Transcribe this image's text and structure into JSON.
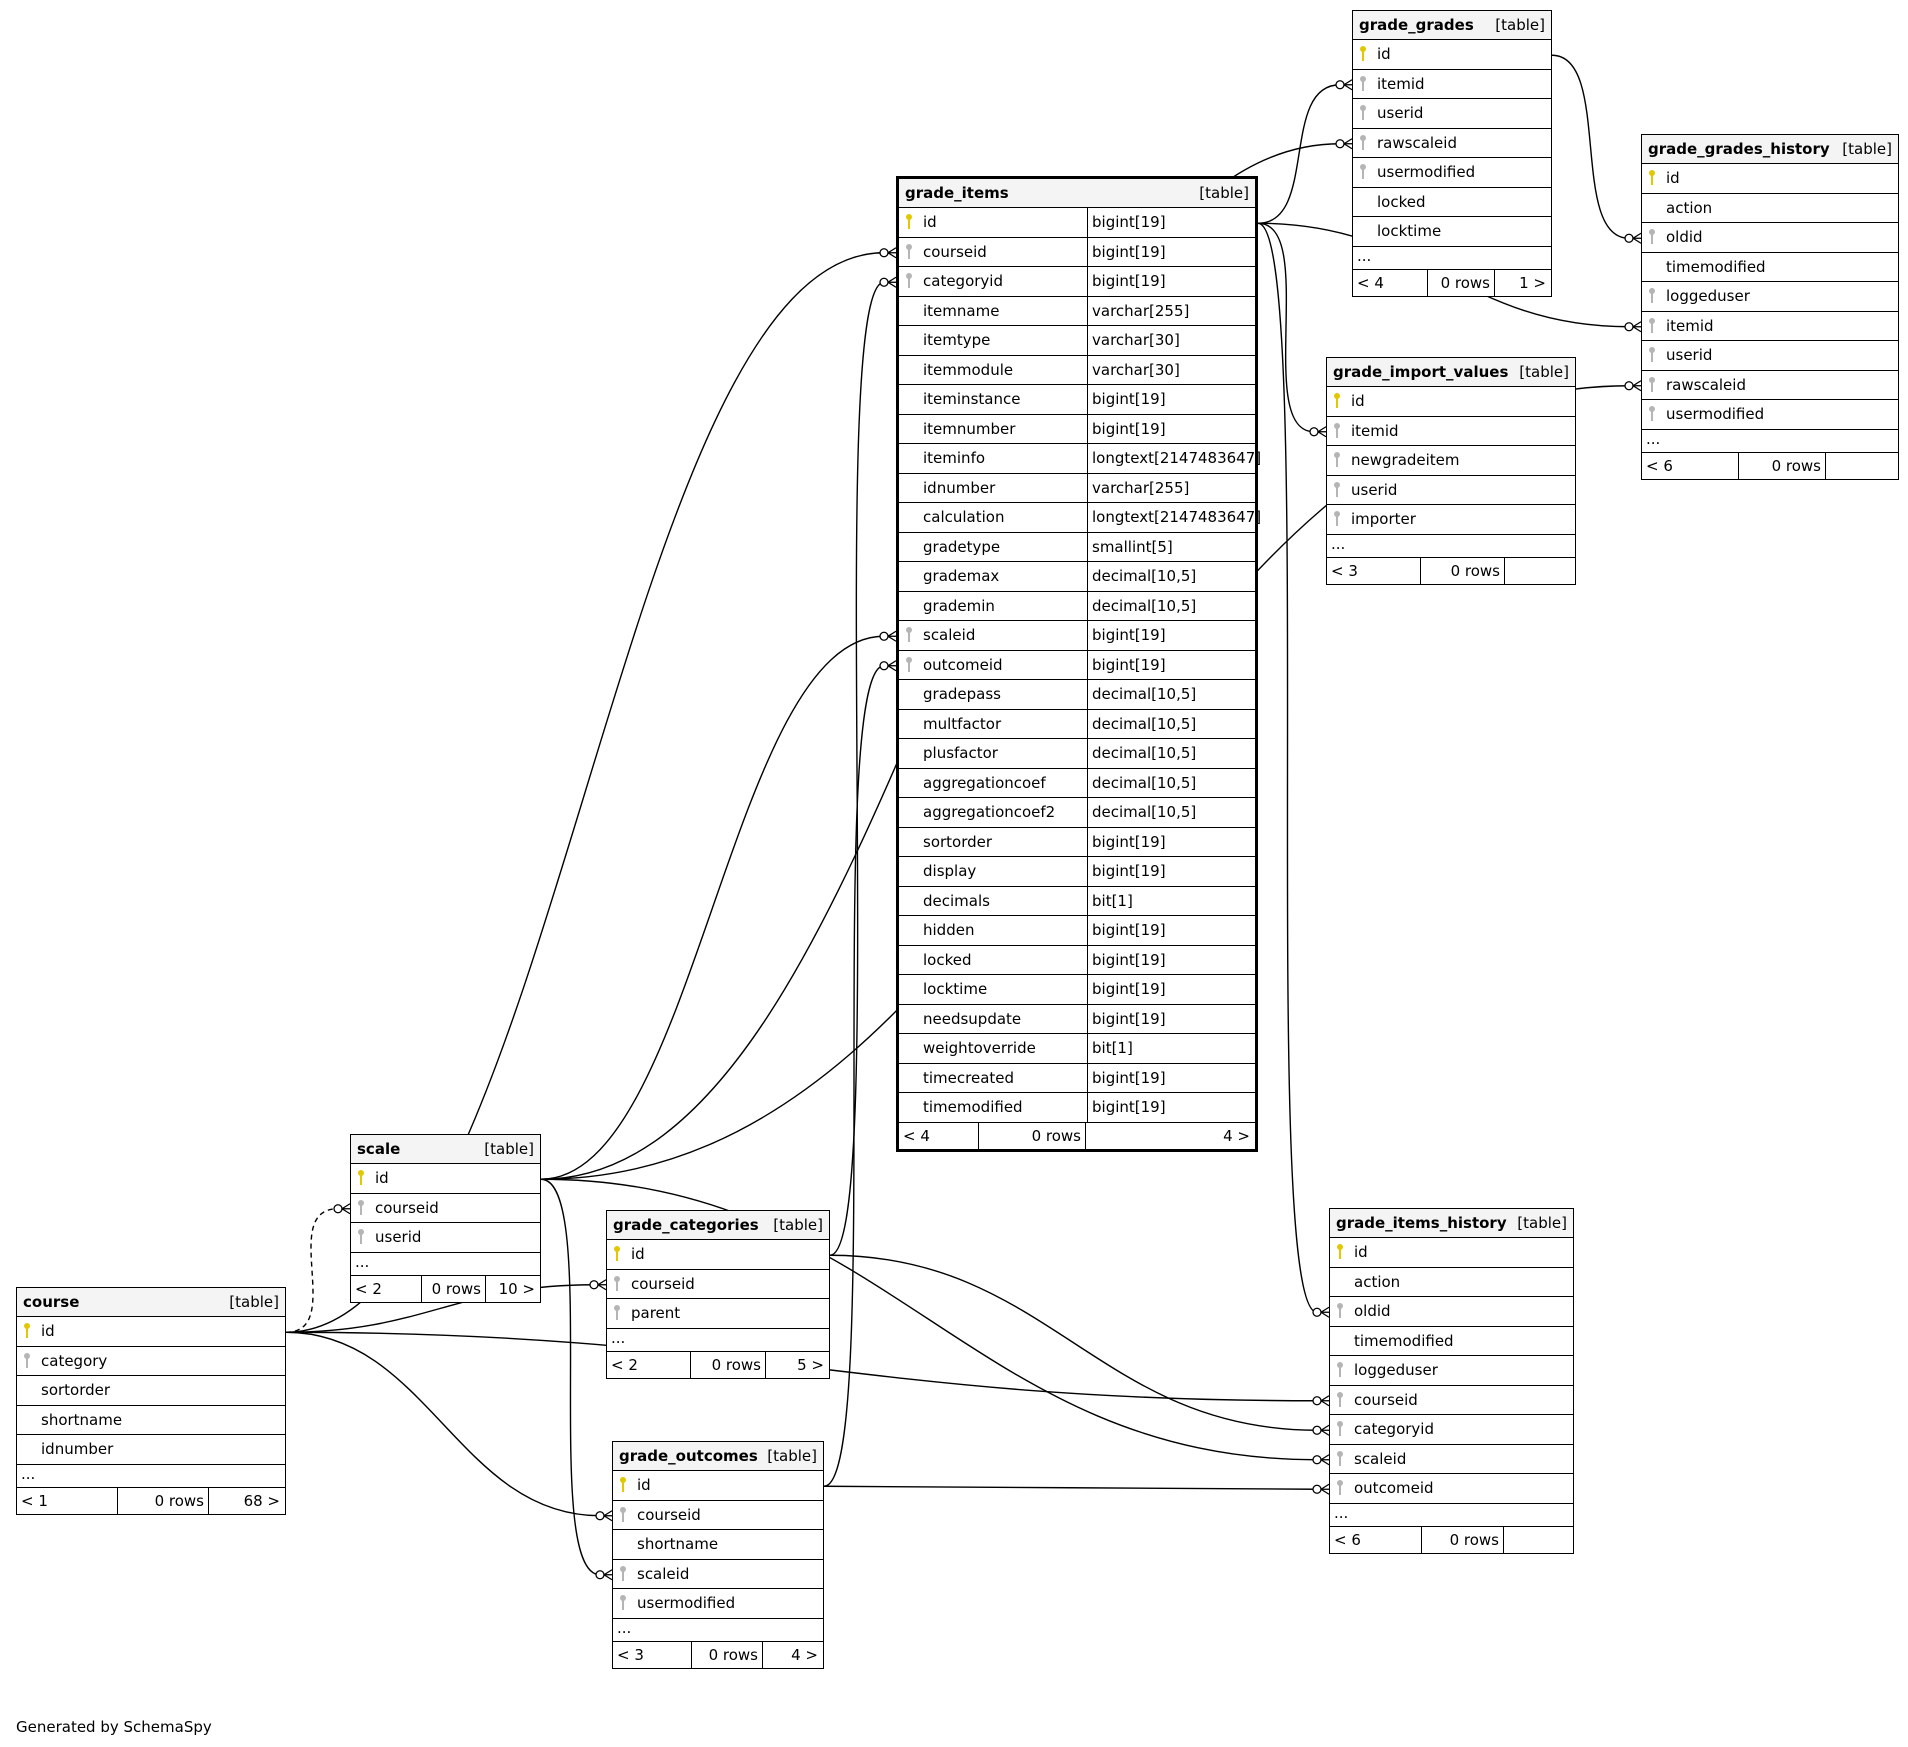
{
  "tables": {
    "grade_items": {
      "name": "grade_items",
      "type": "[table]",
      "columns": [
        {
          "name": "id",
          "datatype": "bigint[19]",
          "key": "pk"
        },
        {
          "name": "courseid",
          "datatype": "bigint[19]",
          "key": "fk"
        },
        {
          "name": "categoryid",
          "datatype": "bigint[19]",
          "key": "fk"
        },
        {
          "name": "itemname",
          "datatype": "varchar[255]",
          "key": ""
        },
        {
          "name": "itemtype",
          "datatype": "varchar[30]",
          "key": ""
        },
        {
          "name": "itemmodule",
          "datatype": "varchar[30]",
          "key": ""
        },
        {
          "name": "iteminstance",
          "datatype": "bigint[19]",
          "key": ""
        },
        {
          "name": "itemnumber",
          "datatype": "bigint[19]",
          "key": ""
        },
        {
          "name": "iteminfo",
          "datatype": "longtext[2147483647]",
          "key": ""
        },
        {
          "name": "idnumber",
          "datatype": "varchar[255]",
          "key": ""
        },
        {
          "name": "calculation",
          "datatype": "longtext[2147483647]",
          "key": ""
        },
        {
          "name": "gradetype",
          "datatype": "smallint[5]",
          "key": ""
        },
        {
          "name": "grademax",
          "datatype": "decimal[10,5]",
          "key": ""
        },
        {
          "name": "grademin",
          "datatype": "decimal[10,5]",
          "key": ""
        },
        {
          "name": "scaleid",
          "datatype": "bigint[19]",
          "key": "fk"
        },
        {
          "name": "outcomeid",
          "datatype": "bigint[19]",
          "key": "fk"
        },
        {
          "name": "gradepass",
          "datatype": "decimal[10,5]",
          "key": ""
        },
        {
          "name": "multfactor",
          "datatype": "decimal[10,5]",
          "key": ""
        },
        {
          "name": "plusfactor",
          "datatype": "decimal[10,5]",
          "key": ""
        },
        {
          "name": "aggregationcoef",
          "datatype": "decimal[10,5]",
          "key": ""
        },
        {
          "name": "aggregationcoef2",
          "datatype": "decimal[10,5]",
          "key": ""
        },
        {
          "name": "sortorder",
          "datatype": "bigint[19]",
          "key": ""
        },
        {
          "name": "display",
          "datatype": "bigint[19]",
          "key": ""
        },
        {
          "name": "decimals",
          "datatype": "bit[1]",
          "key": ""
        },
        {
          "name": "hidden",
          "datatype": "bigint[19]",
          "key": ""
        },
        {
          "name": "locked",
          "datatype": "bigint[19]",
          "key": ""
        },
        {
          "name": "locktime",
          "datatype": "bigint[19]",
          "key": ""
        },
        {
          "name": "needsupdate",
          "datatype": "bigint[19]",
          "key": ""
        },
        {
          "name": "weightoverride",
          "datatype": "bit[1]",
          "key": ""
        },
        {
          "name": "timecreated",
          "datatype": "bigint[19]",
          "key": ""
        },
        {
          "name": "timemodified",
          "datatype": "bigint[19]",
          "key": ""
        }
      ],
      "ellipsis": "",
      "footer": {
        "parents": "< 4",
        "rows": "0 rows",
        "children": "4 >"
      }
    },
    "grade_grades": {
      "name": "grade_grades",
      "type": "[table]",
      "columns": [
        {
          "name": "id",
          "key": "pk"
        },
        {
          "name": "itemid",
          "key": "fk"
        },
        {
          "name": "userid",
          "key": "fk"
        },
        {
          "name": "rawscaleid",
          "key": "fk"
        },
        {
          "name": "usermodified",
          "key": "fk"
        },
        {
          "name": "locked",
          "key": ""
        },
        {
          "name": "locktime",
          "key": ""
        }
      ],
      "ellipsis": "...",
      "footer": {
        "parents": "< 4",
        "rows": "0 rows",
        "children": "1 >"
      }
    },
    "grade_grades_history": {
      "name": "grade_grades_history",
      "type": "[table]",
      "columns": [
        {
          "name": "id",
          "key": "pk"
        },
        {
          "name": "action",
          "key": ""
        },
        {
          "name": "oldid",
          "key": "fk"
        },
        {
          "name": "timemodified",
          "key": ""
        },
        {
          "name": "loggeduser",
          "key": "fk"
        },
        {
          "name": "itemid",
          "key": "fk"
        },
        {
          "name": "userid",
          "key": "fk"
        },
        {
          "name": "rawscaleid",
          "key": "fk"
        },
        {
          "name": "usermodified",
          "key": "fk"
        }
      ],
      "ellipsis": "...",
      "footer": {
        "parents": "< 6",
        "rows": "0 rows",
        "children": ""
      }
    },
    "grade_import_values": {
      "name": "grade_import_values",
      "type": "[table]",
      "columns": [
        {
          "name": "id",
          "key": "pk"
        },
        {
          "name": "itemid",
          "key": "fk"
        },
        {
          "name": "newgradeitem",
          "key": "fk"
        },
        {
          "name": "userid",
          "key": "fk"
        },
        {
          "name": "importer",
          "key": "fk"
        }
      ],
      "ellipsis": "...",
      "footer": {
        "parents": "< 3",
        "rows": "0 rows",
        "children": ""
      }
    },
    "scale": {
      "name": "scale",
      "type": "[table]",
      "columns": [
        {
          "name": "id",
          "key": "pk"
        },
        {
          "name": "courseid",
          "key": "fk"
        },
        {
          "name": "userid",
          "key": "fk"
        }
      ],
      "ellipsis": "...",
      "footer": {
        "parents": "< 2",
        "rows": "0 rows",
        "children": "10 >"
      }
    },
    "grade_categories": {
      "name": "grade_categories",
      "type": "[table]",
      "columns": [
        {
          "name": "id",
          "key": "pk"
        },
        {
          "name": "courseid",
          "key": "fk"
        },
        {
          "name": "parent",
          "key": "fk"
        }
      ],
      "ellipsis": "...",
      "footer": {
        "parents": "< 2",
        "rows": "0 rows",
        "children": "5 >"
      }
    },
    "course": {
      "name": "course",
      "type": "[table]",
      "columns": [
        {
          "name": "id",
          "key": "pk"
        },
        {
          "name": "category",
          "key": "fk"
        },
        {
          "name": "sortorder",
          "key": ""
        },
        {
          "name": "shortname",
          "key": ""
        },
        {
          "name": "idnumber",
          "key": ""
        }
      ],
      "ellipsis": "...",
      "footer": {
        "parents": "< 1",
        "rows": "0 rows",
        "children": "68 >"
      }
    },
    "grade_outcomes": {
      "name": "grade_outcomes",
      "type": "[table]",
      "columns": [
        {
          "name": "id",
          "key": "pk"
        },
        {
          "name": "courseid",
          "key": "fk"
        },
        {
          "name": "shortname",
          "key": ""
        },
        {
          "name": "scaleid",
          "key": "fk"
        },
        {
          "name": "usermodified",
          "key": "fk"
        }
      ],
      "ellipsis": "...",
      "footer": {
        "parents": "< 3",
        "rows": "0 rows",
        "children": "4 >"
      }
    },
    "grade_items_history": {
      "name": "grade_items_history",
      "type": "[table]",
      "columns": [
        {
          "name": "id",
          "key": "pk"
        },
        {
          "name": "action",
          "key": ""
        },
        {
          "name": "oldid",
          "key": "fk"
        },
        {
          "name": "timemodified",
          "key": ""
        },
        {
          "name": "loggeduser",
          "key": "fk"
        },
        {
          "name": "courseid",
          "key": "fk"
        },
        {
          "name": "categoryid",
          "key": "fk"
        },
        {
          "name": "scaleid",
          "key": "fk"
        },
        {
          "name": "outcomeid",
          "key": "fk"
        }
      ],
      "ellipsis": "...",
      "footer": {
        "parents": "< 6",
        "rows": "0 rows",
        "children": ""
      }
    }
  },
  "relationships": [
    {
      "from": "course.id",
      "to": "scale.courseid",
      "style": "dashed"
    },
    {
      "from": "course.id",
      "to": "grade_items.courseid",
      "style": "solid"
    },
    {
      "from": "course.id",
      "to": "grade_categories.courseid",
      "style": "solid"
    },
    {
      "from": "course.id",
      "to": "grade_outcomes.courseid",
      "style": "solid"
    },
    {
      "from": "course.id",
      "to": "grade_items_history.courseid",
      "style": "solid"
    },
    {
      "from": "scale.id",
      "to": "grade_items.scaleid",
      "style": "solid"
    },
    {
      "from": "scale.id",
      "to": "grade_grades.rawscaleid",
      "style": "solid"
    },
    {
      "from": "scale.id",
      "to": "grade_grades_history.rawscaleid",
      "style": "solid"
    },
    {
      "from": "scale.id",
      "to": "grade_outcomes.scaleid",
      "style": "solid"
    },
    {
      "from": "scale.id",
      "to": "grade_items_history.scaleid",
      "style": "solid"
    },
    {
      "from": "grade_categories.id",
      "to": "grade_items.categoryid",
      "style": "solid"
    },
    {
      "from": "grade_categories.id",
      "to": "grade_items_history.categoryid",
      "style": "solid"
    },
    {
      "from": "grade_outcomes.id",
      "to": "grade_items.outcomeid",
      "style": "solid"
    },
    {
      "from": "grade_outcomes.id",
      "to": "grade_items_history.outcomeid",
      "style": "solid"
    },
    {
      "from": "grade_items.id",
      "to": "grade_grades.itemid",
      "style": "solid"
    },
    {
      "from": "grade_items.id",
      "to": "grade_grades_history.itemid",
      "style": "solid"
    },
    {
      "from": "grade_items.id",
      "to": "grade_import_values.itemid",
      "style": "solid"
    },
    {
      "from": "grade_items.id",
      "to": "grade_items_history.oldid",
      "style": "solid"
    },
    {
      "from": "grade_grades.id",
      "to": "grade_grades_history.oldid",
      "style": "solid"
    }
  ],
  "footer_note": "Generated by SchemaSpy",
  "colors": {
    "primary_key": "#e1c800",
    "foreign_key": "#b5b5b5",
    "header_bg": "#f4f4f4",
    "line": "#000000"
  }
}
